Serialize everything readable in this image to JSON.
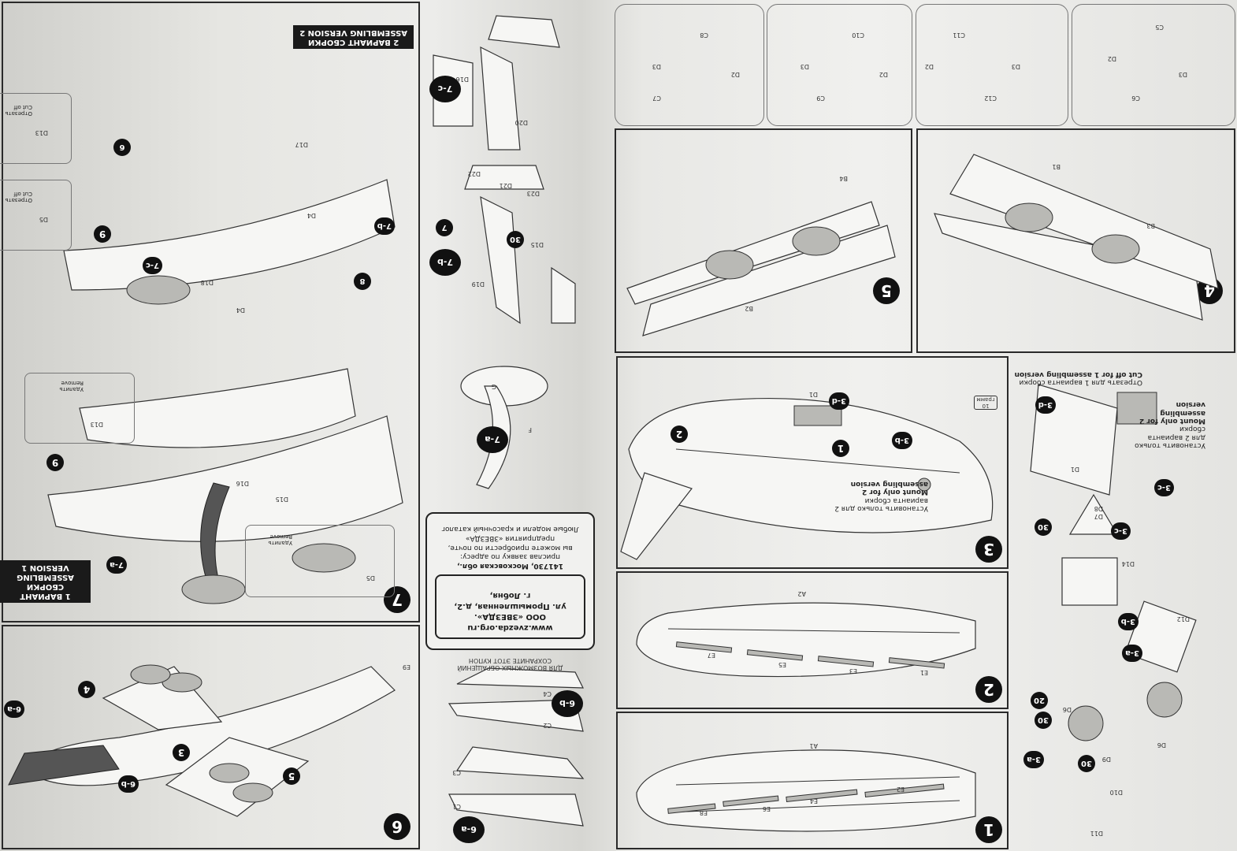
{
  "document": {
    "header_v2": {
      "line1": "2 ВАРИАНТ СБОРКИ",
      "line2": "ASSEMBLING VERSION 2"
    },
    "header_v1": {
      "line1": "1 ВАРИАНТ СБОРКИ",
      "line2": "ASSEMBLING VERSION 1"
    },
    "steps": {
      "s1": "1",
      "s2": "2",
      "s3": "3",
      "s4": "4",
      "s5": "5",
      "s6": "6",
      "s7": "7"
    },
    "substeps": {
      "3a": "3-a",
      "3b": "3-b",
      "3c": "3-c",
      "3d": "3-d",
      "6a": "6-a",
      "6b": "6-b",
      "7a": "7-a",
      "7b": "7-b",
      "7c": "7-c"
    },
    "ref_numbers": {
      "n1": "1",
      "n2": "2",
      "n3": "3",
      "n4": "4",
      "n5": "5",
      "n6": "6",
      "n7": "7",
      "n8": "8",
      "n9": "9",
      "n20": "20",
      "n30": "30",
      "n30b": "30"
    },
    "parts": {
      "A1": "A1",
      "A2": "A2",
      "B1": "B1",
      "B2": "B2",
      "B3": "B3",
      "B4": "B4",
      "C1": "C1",
      "C2": "C2",
      "C3": "C3",
      "C4": "C4",
      "C5": "C5",
      "C6": "C6",
      "C7": "C7",
      "C8": "C8",
      "C9": "C9",
      "C10": "C10",
      "C11": "C11",
      "C12": "C12",
      "D1": "D1",
      "D2": "D2",
      "D3": "D3",
      "D4": "D4",
      "D5": "D5",
      "D6": "D6",
      "D7": "D7",
      "D8": "D8",
      "D9": "D9",
      "D10": "D10",
      "D11": "D11",
      "D12": "D12",
      "D13": "D13",
      "D14": "D14",
      "D15": "D15",
      "D16": "D16",
      "D17": "D17",
      "D18": "D18",
      "D19": "D19",
      "D20": "D20",
      "D21": "D21",
      "D22": "D22",
      "D23": "D23",
      "E1": "E1",
      "E2": "E2",
      "E3": "E3",
      "E4": "E4",
      "E5": "E5",
      "E6": "E6",
      "E7": "E7",
      "E8": "E8",
      "E9": "E9",
      "F": "F",
      "G": "G"
    },
    "notes": {
      "mount_only_ru": "Установить только для 2 варианта сборки",
      "mount_only_en": "Mount only for 2 assembling version",
      "cut_off_ru": "Отрезать для 1 варианта сборки",
      "cut_off_en": "Cut off for 1 assembling version",
      "remove_ru": "Удалить",
      "remove_en": "Remove",
      "cutoff_short_ru": "Отрезать",
      "cutoff_short_en": "Cut off",
      "weight": "10 грамм"
    },
    "coupon": {
      "line1": "Любые модели и красочный каталог",
      "line2": "предприятия «ЗВЕЗДА»",
      "line3": "вы можете приобрести по почте,",
      "line4": "прислав заявку по адресу:",
      "addr1": "141730, Московская обл.,",
      "addr2": "г. Лобня,",
      "addr3": "ул. Промышленная, д.2,",
      "addr4": "ООО «ЗВЕЗДА».",
      "url": "www.zvezda.org.ru",
      "footer1": "СОХРАНИТЕ ЭТОТ КУПОН",
      "footer2": "ДЛЯ ВОЗМОЖНЫХ ОБРАЩЕНИЙ"
    }
  }
}
